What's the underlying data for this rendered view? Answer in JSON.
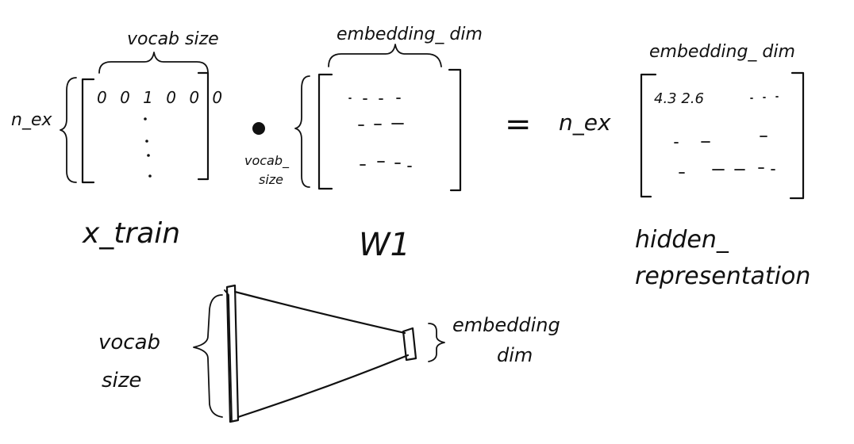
{
  "matrices": {
    "x_train": {
      "name": "x_train",
      "row_label": "n_ex",
      "col_label": "vocab size",
      "first_row": "0 0 1 0 0 0"
    },
    "w1": {
      "name": "W1",
      "row_label_line1": "vocab_",
      "row_label_line2": "size",
      "col_label": "embedding_ dim"
    },
    "hidden": {
      "name_line1": "hidden_",
      "name_line2": "representation",
      "row_label": "n_ex",
      "col_label": "embedding_ dim",
      "first_row": "4.3  2.6"
    }
  },
  "operators": {
    "equals": "="
  },
  "funnel": {
    "left_label_line1": "vocab",
    "left_label_line2": "size",
    "right_label_line1": "embedding",
    "right_label_line2": "dim"
  }
}
